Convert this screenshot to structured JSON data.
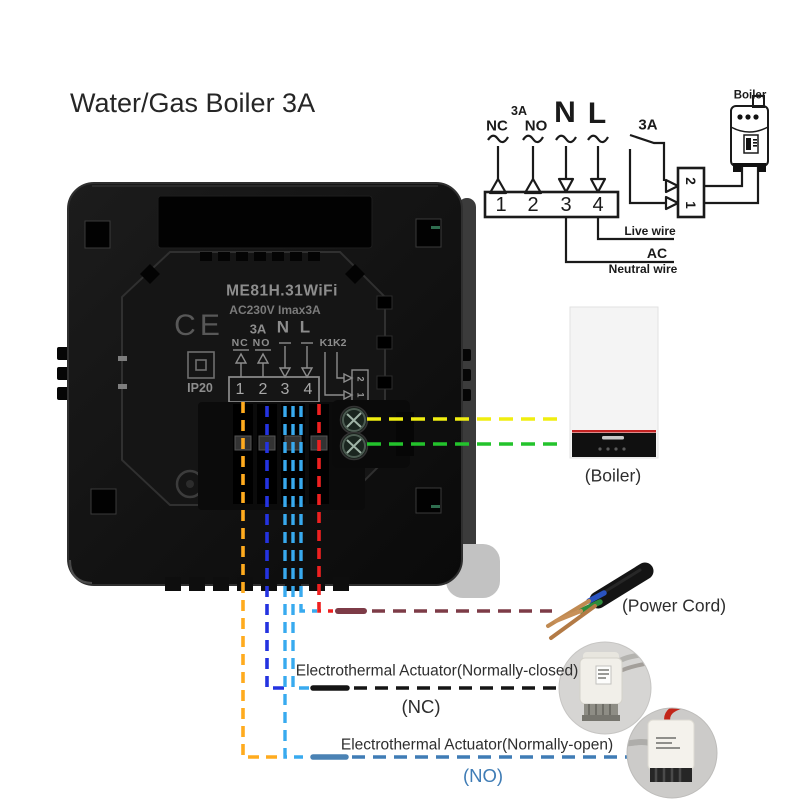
{
  "title": "Water/Gas Boiler 3A",
  "schematic": {
    "labels": {
      "nc": "NC",
      "fuse": "3A",
      "no": "NO",
      "n": "N",
      "l": "L",
      "switch": "3A",
      "boiler": "Boiler",
      "live": "Live wire",
      "ac": "AC",
      "neutral": "Neutral wire"
    },
    "terminals": [
      "1",
      "2",
      "3",
      "4"
    ],
    "relay": [
      "1",
      "2"
    ]
  },
  "thermostat": {
    "model": "ME81H.31WiFi",
    "rating": "AC230V Imax3A",
    "ce": "CE",
    "amp": "3A",
    "nl": "N L",
    "ncno": "NC NO",
    "k1k2": "K1K2",
    "ip": "IP20",
    "terminals": [
      "1",
      "2",
      "3",
      "4"
    ],
    "relay": [
      "1",
      "2"
    ]
  },
  "callouts": {
    "boiler": "(Boiler)",
    "power_cord": "(Power Cord)",
    "nc_title": "Electrothermal Actuator(Normally-closed)",
    "nc_tag": "(NC)",
    "no_title": "Electrothermal Actuator(Normally-open)",
    "no_tag": "(NO)"
  },
  "wires": [
    {
      "name": "terminal-1-nc-wire",
      "color": "#ffab1e",
      "connects": "thermostat terminal 1 to normally-open actuator line"
    },
    {
      "name": "terminal-2-no-wire",
      "color": "#2433e0",
      "connects": "thermostat terminal 2 to normally-closed actuator line"
    },
    {
      "name": "neutral-wires",
      "color": "#38aaef",
      "connects": "thermostat terminal 3 N to power cord and both actuator lines"
    },
    {
      "name": "live-wire",
      "color": "#ee2020",
      "connects": "thermostat terminal 4 L to power cord line"
    },
    {
      "name": "k1-wire",
      "color": "#f0ee10",
      "connects": "K1 screw to boiler"
    },
    {
      "name": "k2-wire",
      "color": "#23c32c",
      "connects": "K2 screw to boiler"
    },
    {
      "name": "power-cord-line",
      "color": "#7d3b47"
    },
    {
      "name": "actuator-nc-line",
      "color": "#151515"
    },
    {
      "name": "actuator-no-line",
      "color": "#3f7cb5"
    }
  ]
}
